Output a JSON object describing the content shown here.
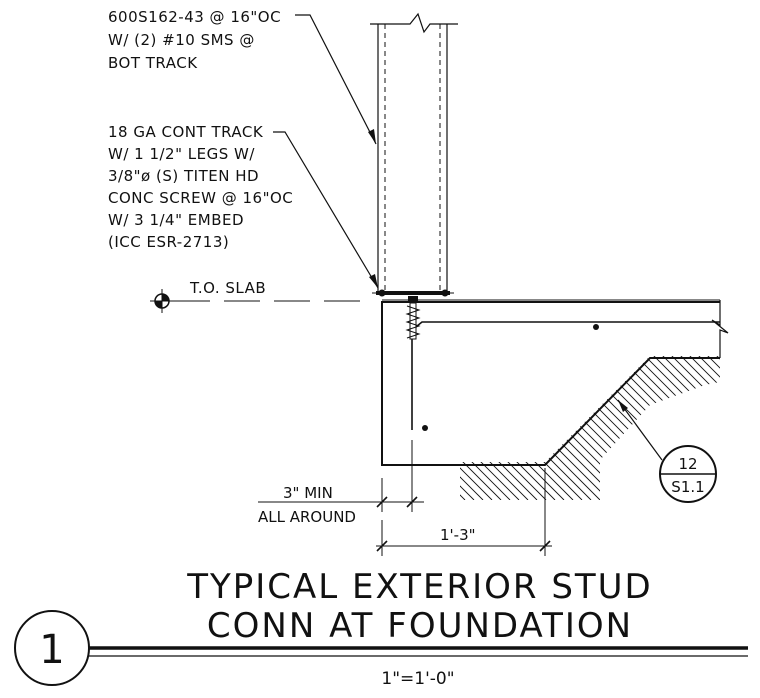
{
  "notes": {
    "stud_callout": [
      "600S162-43 @ 16\"OC",
      "W/ (2) #10 SMS @",
      "BOT TRACK"
    ],
    "track_callout": [
      "18 GA CONT TRACK",
      "W/ 1 1/2\" LEGS W/",
      "3/8\"ø (S) TITEN HD",
      "CONC SCREW @ 16\"OC",
      "W/ 3 1/4\" EMBED",
      "(ICC ESR-2713)"
    ],
    "elevation": "T.O. SLAB"
  },
  "dimensions": {
    "min_cover_1": "3\" MIN",
    "min_cover_2": "ALL AROUND",
    "width": "1'-3\""
  },
  "section_ref": {
    "detail": "12",
    "sheet": "S1.1"
  },
  "title": {
    "line1": "TYPICAL EXTERIOR STUD",
    "line2": "CONN AT FOUNDATION"
  },
  "detail_number": "1",
  "scale": "1\"=1'-0\""
}
